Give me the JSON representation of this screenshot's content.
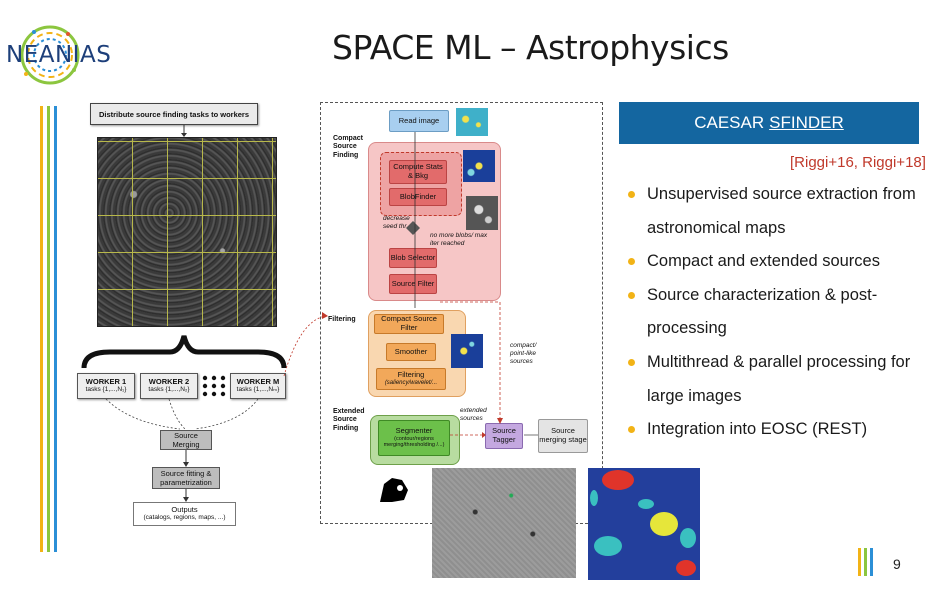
{
  "header": {
    "logo_text": "NEANIAS",
    "title": "SPACE ML – Astrophysics"
  },
  "panel": {
    "caesar": "CAESAR",
    "sfinder": "SFINDER",
    "refs": "[Riggi+16, Riggi+18]",
    "bullets": [
      "Unsupervised source extraction from astronomical maps",
      "Compact and extended sources",
      "Source characterization & post-processing",
      "Multithread & parallel processing for large images",
      "Integration into EOSC (REST)"
    ]
  },
  "page_number": "9",
  "left_diagram": {
    "distribute": "Distribute source finding tasks to workers",
    "workers": [
      {
        "name": "WORKER 1",
        "tasks": "tasks {1,...,N₁}"
      },
      {
        "name": "WORKER 2",
        "tasks": "tasks {1,...,N₂}"
      },
      {
        "name": "WORKER M",
        "tasks": "tasks {1,...,Nₘ}"
      }
    ],
    "source_merging": "Source Merging",
    "source_fitting": "Source fitting & parametrization",
    "outputs": "Outputs",
    "outputs_sub": "(catalogs, regions, maps, ...)"
  },
  "center_diagram": {
    "compact_label": "Compact Source Finding",
    "filtering_label": "Filtering",
    "extended_label": "Extended Source Finding",
    "read_image": "Read image",
    "compute_stats": "Compute Stats & Bkg",
    "blobfinder": "BlobFinder",
    "decrease": "decrease seed thr",
    "no_more": "no more blobs/ max iter reached",
    "blob_selector": "Blob Selector",
    "source_filter": "Source Filter",
    "compact_filter": "Compact Source Filter",
    "smoother": "Smoother",
    "filtering": "Filtering",
    "filtering_sub": "(saliency/wavelet/...",
    "segmenter": "Segmenter",
    "segmenter_sub": "(contour/regions merging/thresholding /...)",
    "compact_point": "compact/ point-like sources",
    "extended_sources": "extended sources",
    "source_tagger": "Source Tagger",
    "source_merging_stage": "Source merging stage"
  },
  "colors": {
    "accent_blue": "#1466a0",
    "bullet": "#f2b316",
    "ref_red": "#c0392b"
  }
}
